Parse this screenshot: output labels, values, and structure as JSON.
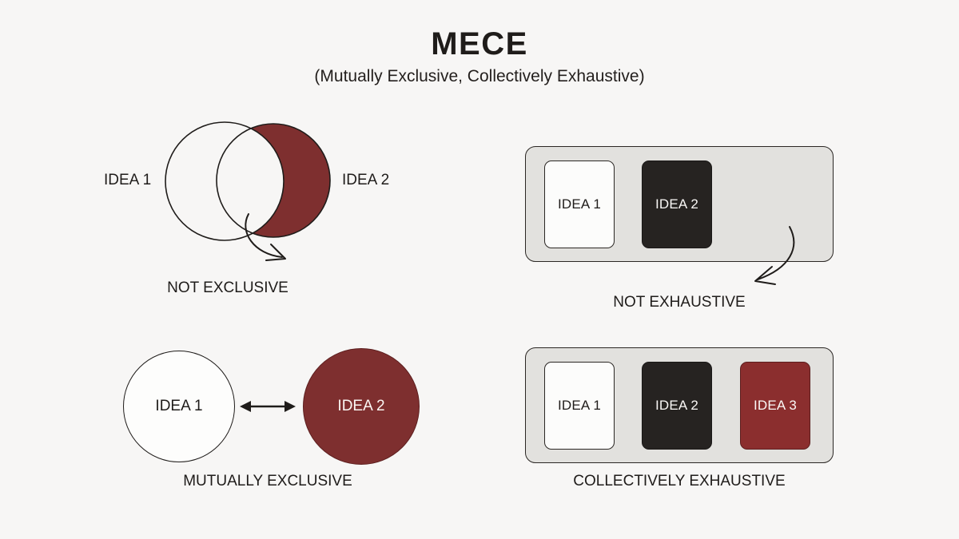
{
  "header": {
    "title": "MECE",
    "subtitle": "(Mutually Exclusive, Collectively Exhaustive)"
  },
  "colors": {
    "background": "#F7F6F5",
    "ink": "#1F1C1A",
    "dark_card": "#262321",
    "red_circle": "#7E2F2F",
    "red_card": "#8B2E2E",
    "panel_fill": "#E2E1DE",
    "white_fill": "#FCFCFB"
  },
  "quadrants": {
    "not_exclusive": {
      "caption": "NOT EXCLUSIVE",
      "left_label": "IDEA 1",
      "right_label": "IDEA 2",
      "arrow_name": "curved-arrow-overlap"
    },
    "not_exhaustive": {
      "caption": "NOT EXHAUSTIVE",
      "cards": [
        {
          "label": "IDEA 1",
          "style": "white"
        },
        {
          "label": "IDEA 2",
          "style": "dark"
        }
      ],
      "empty_slots": 1,
      "arrow_name": "curved-arrow-gap"
    },
    "mutually_exclusive": {
      "caption": "MUTUALLY EXCLUSIVE",
      "left_label": "IDEA 1",
      "right_label": "IDEA 2",
      "arrow_name": "double-headed-arrow"
    },
    "collectively_exhaustive": {
      "caption": "COLLECTIVELY EXHAUSTIVE",
      "cards": [
        {
          "label": "IDEA 1",
          "style": "white"
        },
        {
          "label": "IDEA 2",
          "style": "dark"
        },
        {
          "label": "IDEA 3",
          "style": "red"
        }
      ]
    }
  }
}
